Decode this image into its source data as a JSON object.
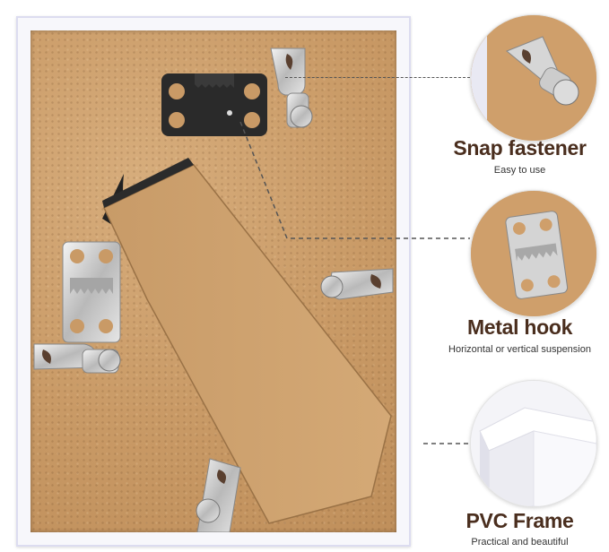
{
  "features": [
    {
      "title": "Snap fastener",
      "subtitle": "Easy to use",
      "icon": "snap-fastener-closeup"
    },
    {
      "title": "Metal hook",
      "subtitle": "Horizontal or vertical suspension",
      "icon": "metal-hook-closeup"
    },
    {
      "title": "PVC Frame",
      "subtitle": "Practical and beautiful",
      "icon": "pvc-frame-corner-closeup"
    }
  ],
  "colors": {
    "title": "#4a2e1e",
    "backboard": "#c99a66",
    "frame": "#f7f7fb",
    "metal": "#c8c8c8"
  }
}
